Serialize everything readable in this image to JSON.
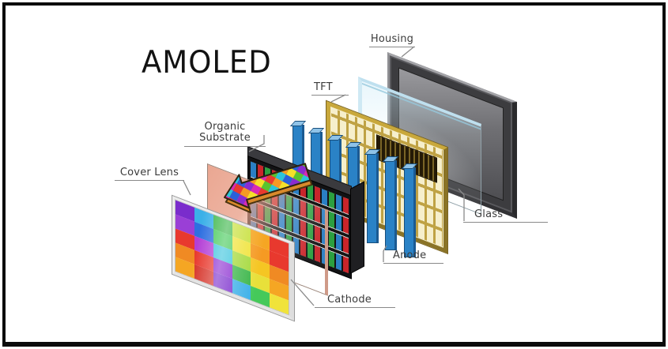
{
  "title": "AMOLED",
  "labels": {
    "cover_lens": "Cover Lens",
    "cathode": "Cathode",
    "organic_substrate": "Organic Substrate",
    "tft": "TFT",
    "anode": "Anode",
    "glass": "Glass",
    "housing": "Housing"
  },
  "colors": {
    "label_text": "#3b3b3b",
    "connector": "#8a8a8a",
    "anode_blue": "#2a82c6",
    "anode_blue_dark": "#1b5a92",
    "anode_blue_light": "#8fc3e8",
    "tft_gold": "#c9a83b",
    "tft_gold_dark": "#8a7326",
    "tft_cell_cream": "#f6efcc",
    "substrate_red": "#c9252b",
    "substrate_green": "#2c9f3f",
    "substrate_blue": "#2a7fc4",
    "substrate_frame": "#1f1f22",
    "cathode_salmon": "#e9a28c",
    "housing_frame": "#3c3c3f",
    "housing_screen_light": "#9a9a9e",
    "housing_screen_dark": "#4e4e52",
    "glass_tint": "#cfe9f4",
    "arrow_edge_gold": "#d98a2b"
  },
  "cover_lens_grid": [
    [
      "#7a2ccc",
      "#3bb0e8",
      "#3cb64a",
      "#c8e03c",
      "#f5a623",
      "#e8392e"
    ],
    [
      "#9a3fd6",
      "#2e6fe0",
      "#45c95a",
      "#f0e33a",
      "#f59a23",
      "#e8392e"
    ],
    [
      "#e8392e",
      "#b43fd6",
      "#3bc4dd",
      "#a5d93c",
      "#f5c623",
      "#f08a23"
    ],
    [
      "#f08a23",
      "#e8392e",
      "#8a2cd0",
      "#3cb64a",
      "#e8e03a",
      "#f5a623"
    ],
    [
      "#f5a623",
      "#d6342a",
      "#7a2ccc",
      "#3bb0e8",
      "#45c95a",
      "#f0e33a"
    ]
  ],
  "arrow_palette": [
    "#e8392e",
    "#f59a23",
    "#f5e02a",
    "#59c42e",
    "#2bc4d9",
    "#2a60d9",
    "#8a2cd0",
    "#d92ab4"
  ]
}
